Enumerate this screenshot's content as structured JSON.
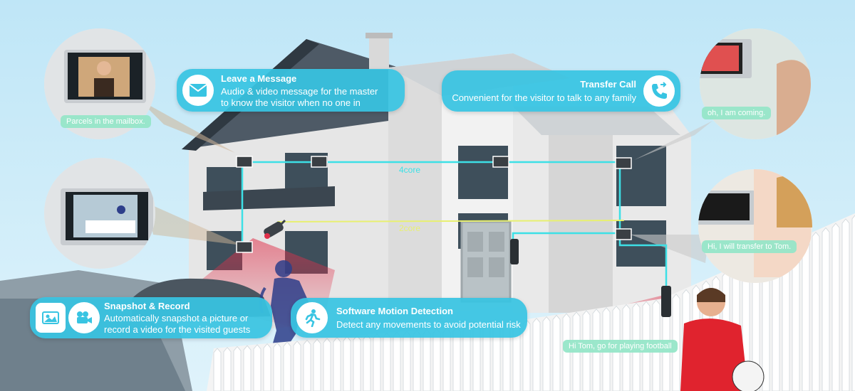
{
  "features": {
    "leave_message": {
      "title": "Leave a Message",
      "line1": "Audio & video message for the master",
      "line2": "to know the visitor when no one in",
      "icon": "envelope-icon"
    },
    "transfer_call": {
      "title": "Transfer Call",
      "line1": "Convenient for the visitor to talk to any family",
      "icon": "phone-transfer-icon"
    },
    "snapshot_record": {
      "title": "Snapshot & Record",
      "line1": "Automatically snapshot a picture or",
      "line2": "record a video for the visited guests",
      "icons": [
        "snapshot-icon",
        "video-camera-icon"
      ]
    },
    "motion_detection": {
      "title": "Software Motion Detection",
      "line1": "Detect any movements to avoid potential risk",
      "icon": "running-person-icon"
    }
  },
  "bubbles": {
    "mailbox": "Parcels in the mailbox.",
    "coming": "oh, I am coming.",
    "transfer": "Hi, I will transfer to Tom.",
    "tom": "Hi Tom, go for playing football"
  },
  "wiring": {
    "four_core": "4core",
    "two_core": "2core"
  },
  "colors": {
    "accent": "#38c4e2",
    "bubble": "#96e6c8",
    "wire_4core": "#3de0e6",
    "wire_2core": "#e8f070"
  }
}
